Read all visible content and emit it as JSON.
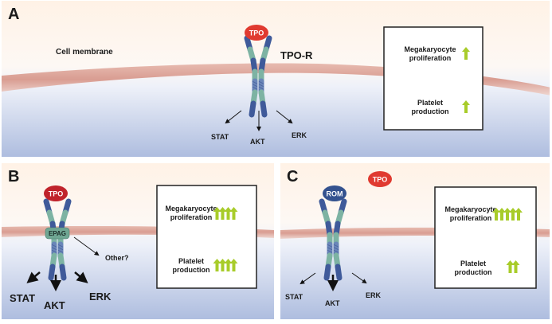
{
  "colors": {
    "extracellular_top": "#fff2e6",
    "intracellular_bottom": "#aebddf",
    "membrane": "#dba196",
    "receptor_blue": "#3f5a9a",
    "receptor_teal": "#7db3a3",
    "tpo_red": "#e03a30",
    "tpo_dark_red": "#c0232b",
    "rom_navy": "#34528f",
    "epag_green": "#6fa693",
    "arrow_green": "#a8cc2a",
    "box_border": "#222222"
  },
  "panels": [
    {
      "letter": "A",
      "membrane_label": "Cell membrane",
      "receptor_label": "TPO-R",
      "ligand": "TPO",
      "signals": [
        "STAT",
        "AKT",
        "ERK"
      ],
      "signal_strength": {
        "STAT": "normal",
        "AKT": "normal",
        "ERK": "normal"
      },
      "effects": [
        {
          "label_line1": "Megakaryocyte",
          "label_line2": "proliferation",
          "arrows": 1
        },
        {
          "label_line1": "Platelet",
          "label_line2": "production",
          "arrows": 1
        }
      ]
    },
    {
      "letter": "B",
      "ligand": "TPO",
      "drug": "EPAG",
      "other_signal": "Other?",
      "signals": [
        "STAT",
        "AKT",
        "ERK"
      ],
      "signal_strength": {
        "STAT": "strong",
        "AKT": "strong",
        "ERK": "strong"
      },
      "effects": [
        {
          "label_line1": "Megakaryocyte",
          "label_line2": "proliferation",
          "arrows": 4
        },
        {
          "label_line1": "Platelet",
          "label_line2": "production",
          "arrows": 4
        }
      ]
    },
    {
      "letter": "C",
      "ligand": "TPO",
      "drug": "ROM",
      "signals": [
        "STAT",
        "AKT",
        "ERK"
      ],
      "signal_strength": {
        "STAT": "normal",
        "AKT": "strong",
        "ERK": "normal"
      },
      "effects": [
        {
          "label_line1": "Megakaryocyte",
          "label_line2": "proliferation",
          "arrows": 5
        },
        {
          "label_line1": "Platelet",
          "label_line2": "production",
          "arrows": 2
        }
      ]
    }
  ]
}
